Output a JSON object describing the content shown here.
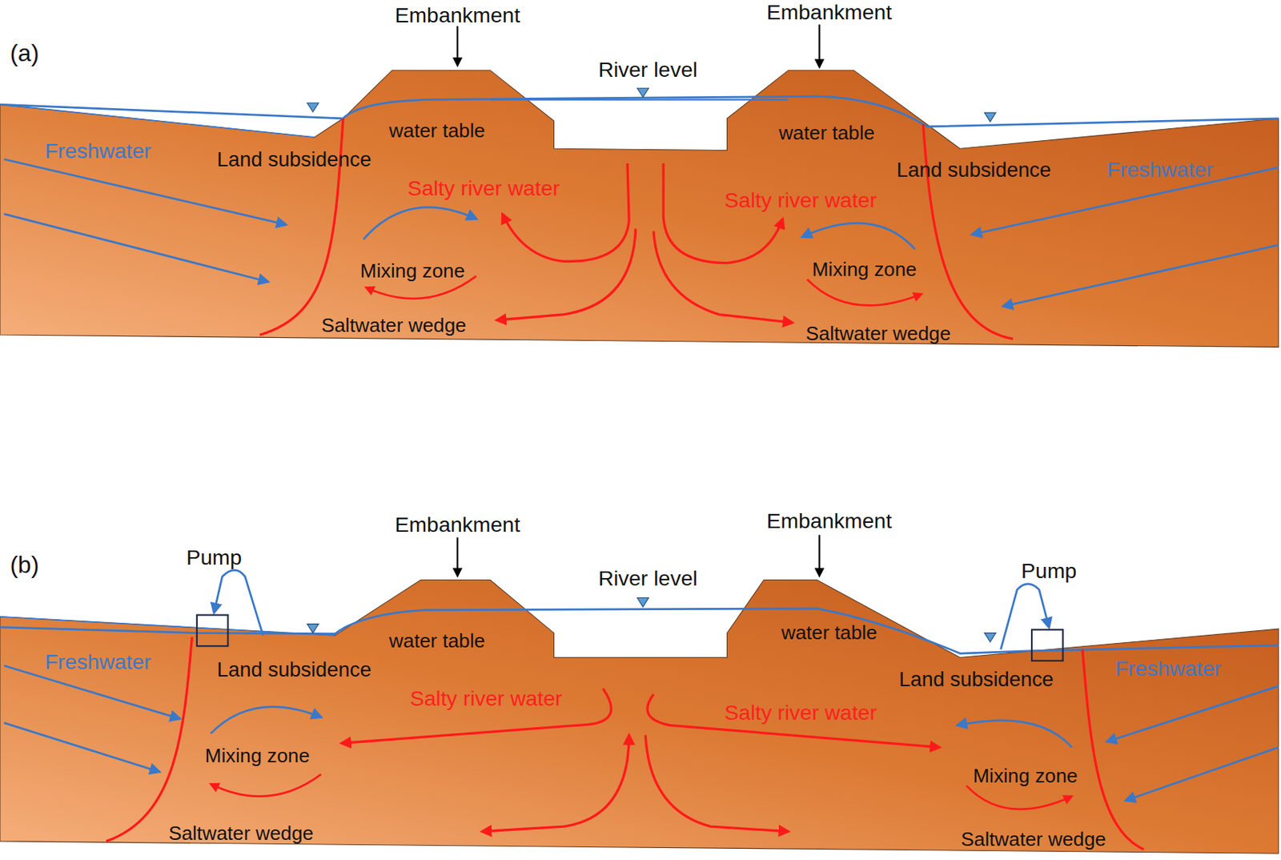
{
  "diagram": {
    "nodes": [
      {
        "text": [
          "Pump"
        ]
      },
      {
        "text": [
          "Pump"
        ]
      }
    ],
    "labels": [
      "(a)",
      "Embankment",
      "Embankment",
      "River level",
      "water table",
      "water table",
      "Freshwater",
      "Land subsidence",
      "Land subsidence",
      "Freshwater",
      "Salty river water",
      "Salty river water",
      "Mixing zone",
      "Mixing zone",
      "Saltwater wedge",
      "Saltwater wedge",
      "(b)",
      "Embankment",
      "Embankment",
      "River level",
      "water table",
      "water table",
      "Freshwater",
      "Land subsidence",
      "Land subsidence",
      "Freshwater",
      "Salty river water",
      "Salty river water",
      "Mixing zone",
      "Mixing zone",
      "Saltwater wedge",
      "Saltwater wedge"
    ]
  }
}
